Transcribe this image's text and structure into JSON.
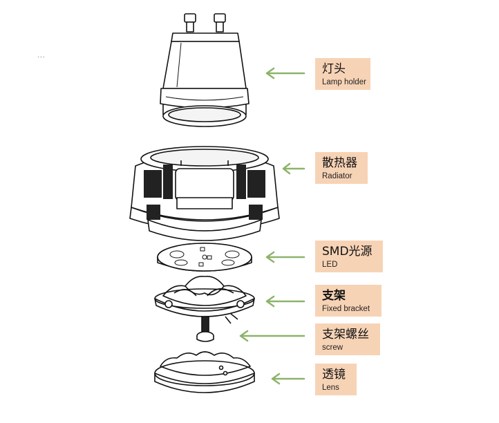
{
  "diagram": {
    "stray_mark": "...",
    "arrow_color": "#8db36a",
    "label_bg": "#f7d3b6",
    "components": [
      {
        "id": "lamp-holder",
        "zh": "灯头",
        "en": "Lamp holder"
      },
      {
        "id": "radiator",
        "zh": "散热器",
        "en": "Radiator"
      },
      {
        "id": "led",
        "zh": "SMD光源",
        "en": "LED"
      },
      {
        "id": "fixed-bracket",
        "zh": "支架",
        "en": "Fixed bracket"
      },
      {
        "id": "screw",
        "zh": "支架螺丝",
        "en": "screw"
      },
      {
        "id": "lens",
        "zh": "透镜",
        "en": "Lens"
      }
    ]
  }
}
